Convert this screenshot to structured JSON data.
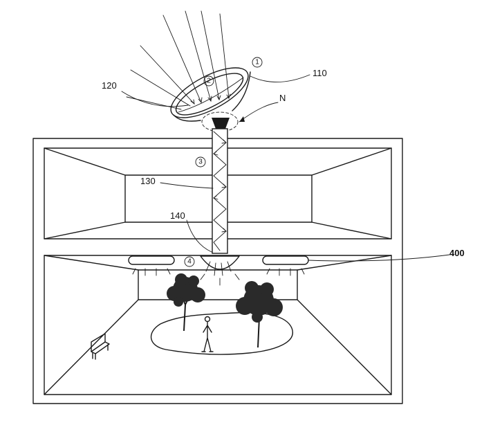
{
  "labels": {
    "collector": "110",
    "lens": "120",
    "tube": "130",
    "diffuser": "140",
    "lamp": "400",
    "detail": "N"
  },
  "stages": {
    "s1": "1",
    "s2": "2",
    "s3": "3",
    "s4": "4"
  },
  "colors": {
    "line": "#1a1a1a",
    "background": "#ffffff"
  }
}
